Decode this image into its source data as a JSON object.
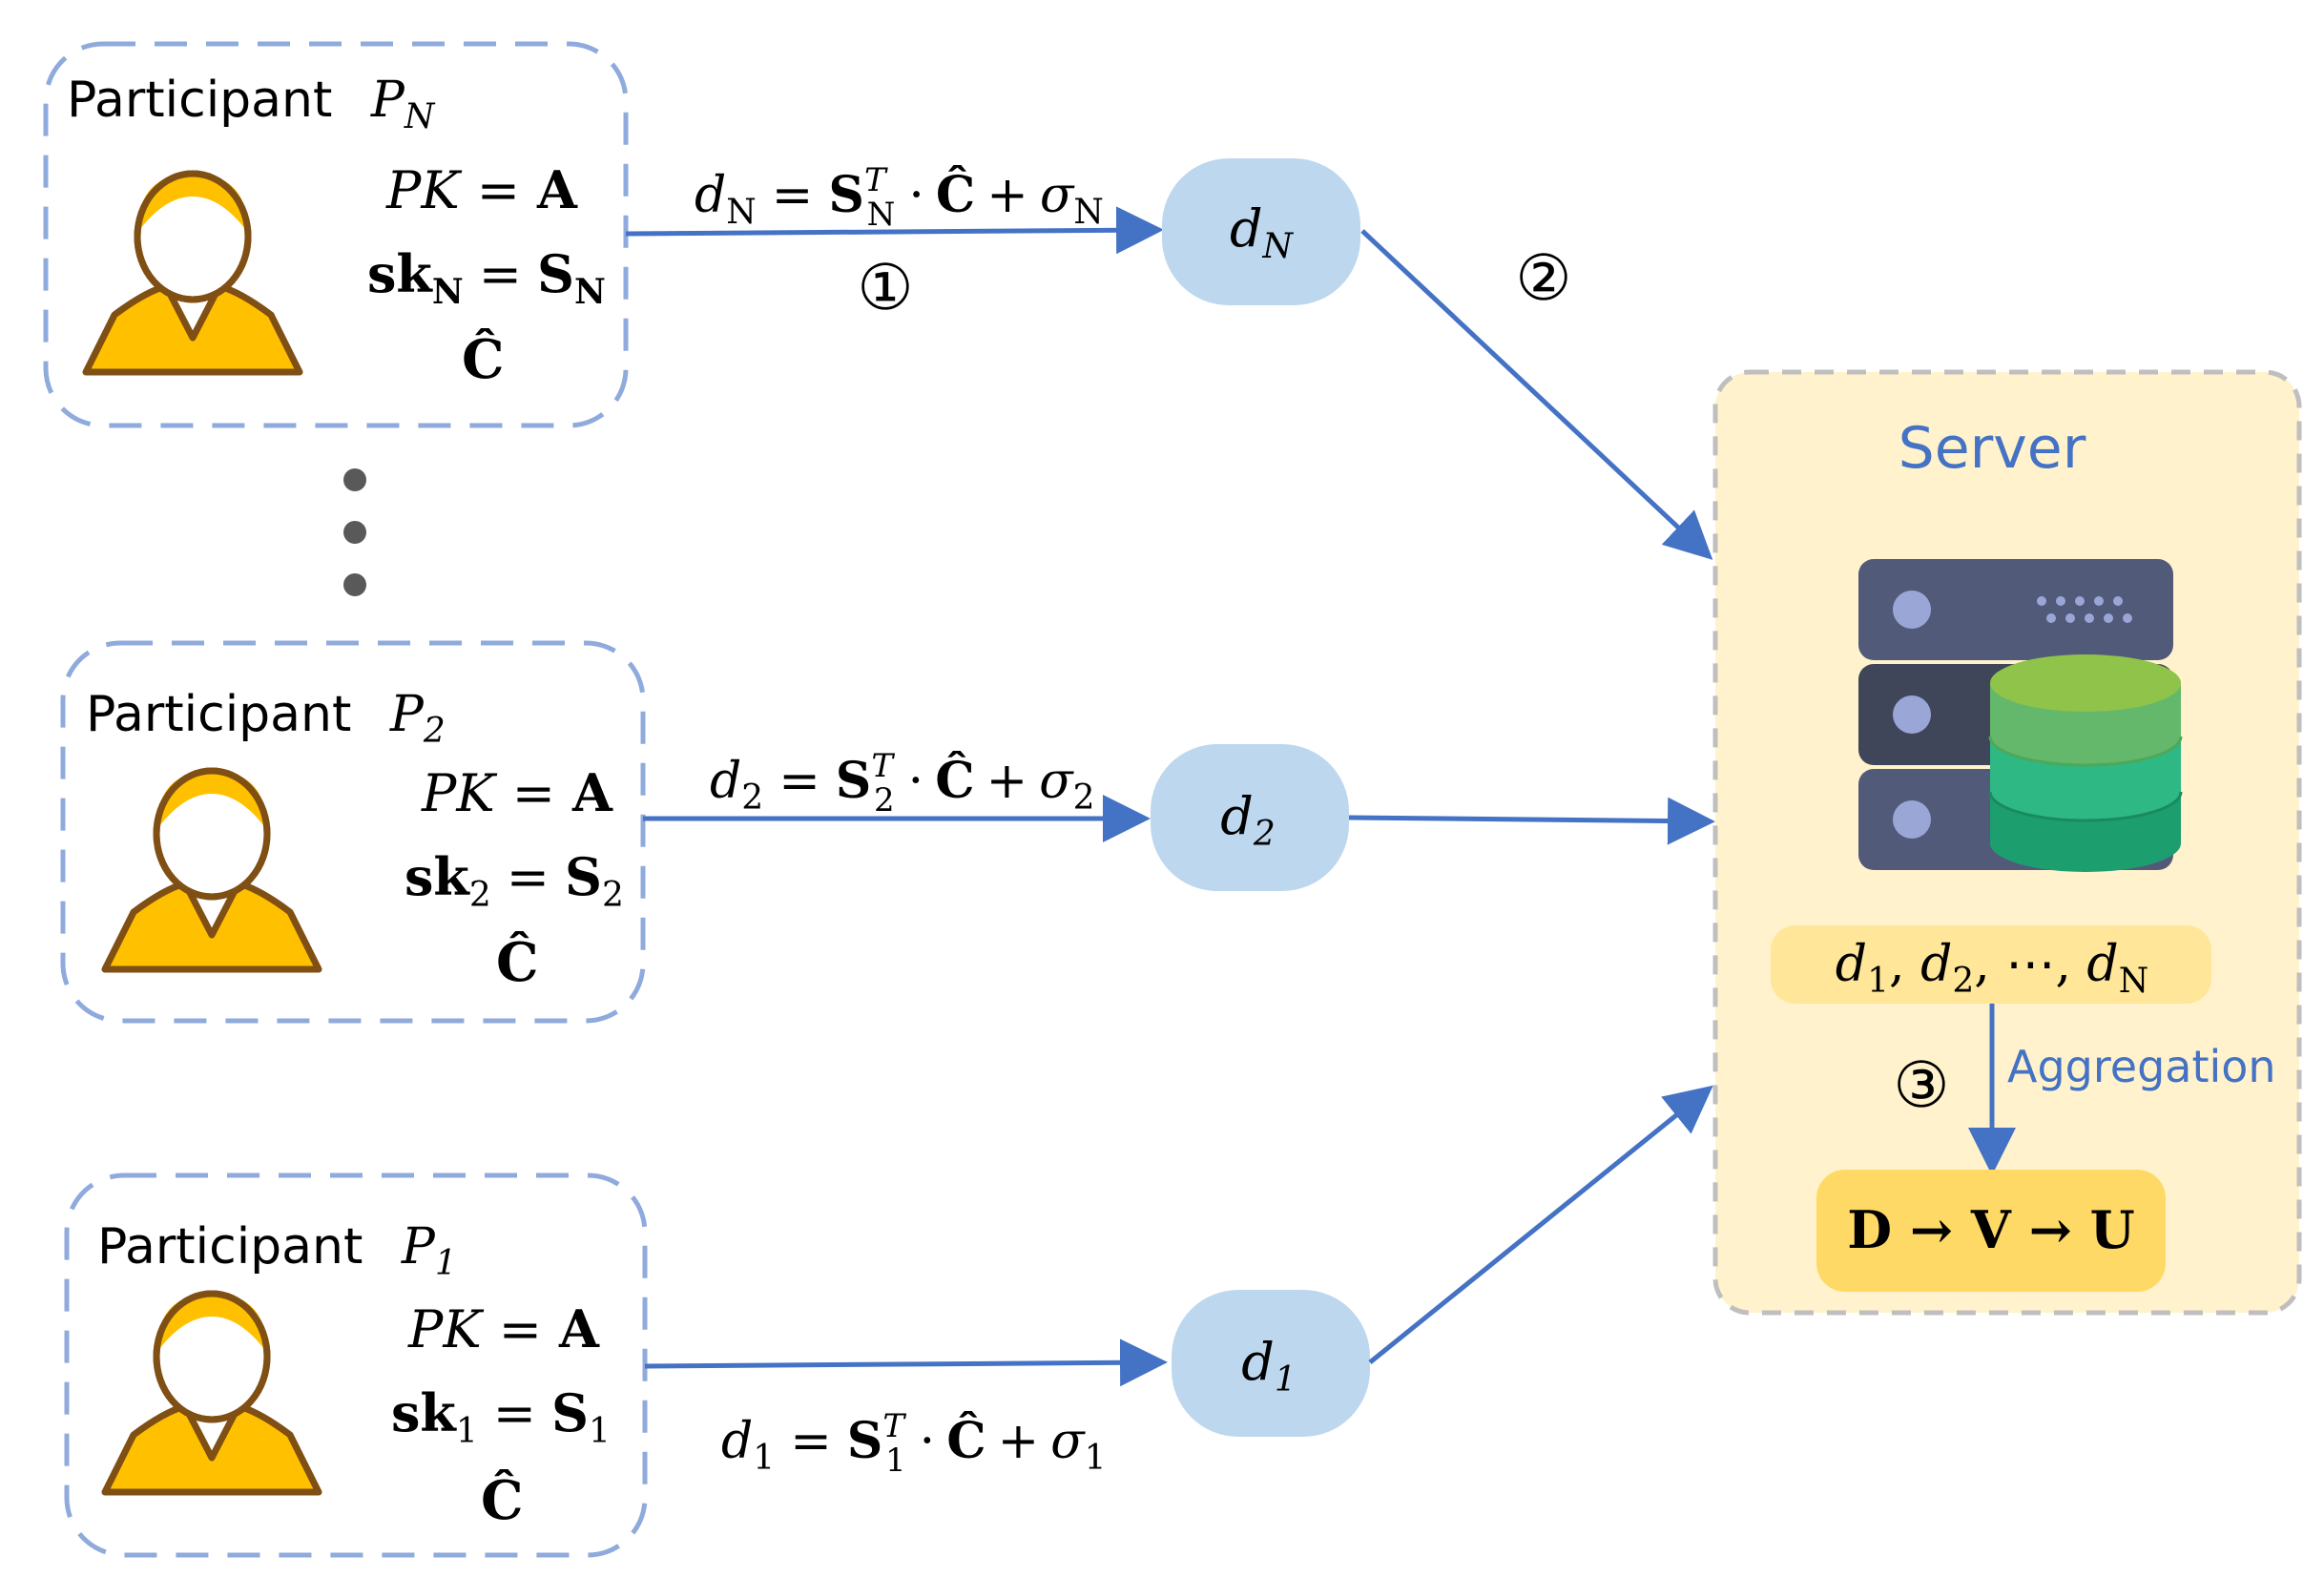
{
  "participants": [
    {
      "label": "Participant",
      "symbol": "P",
      "sub": "N",
      "pk_lhs": "PK",
      "pk_rhs": "A",
      "sk_lhs": "sk",
      "sk_sub": "N",
      "sk_rhs": "S",
      "sk_rhs_sub": "N",
      "chat": "Ĉ",
      "out_lhs": "d",
      "out_sub": "N",
      "eq_S": "S",
      "eq_S_sub": "N",
      "eq_S_sup": "T",
      "eq_C": "Ĉ",
      "eq_sigma": "σ",
      "eq_sigma_sub": "N",
      "node_label": "d",
      "node_sub": "N"
    },
    {
      "label": "Participant",
      "symbol": "P",
      "sub": "2",
      "pk_lhs": "PK",
      "pk_rhs": "A",
      "sk_lhs": "sk",
      "sk_sub": "2",
      "sk_rhs": "S",
      "sk_rhs_sub": "2",
      "chat": "Ĉ",
      "out_lhs": "d",
      "out_sub": "2",
      "eq_S": "S",
      "eq_S_sub": "2",
      "eq_S_sup": "T",
      "eq_C": "Ĉ",
      "eq_sigma": "σ",
      "eq_sigma_sub": "2",
      "node_label": "d",
      "node_sub": "2"
    },
    {
      "label": "Participant",
      "symbol": "P",
      "sub": "1",
      "pk_lhs": "PK",
      "pk_rhs": "A",
      "sk_lhs": "sk",
      "sk_sub": "1",
      "sk_rhs": "S",
      "sk_rhs_sub": "1",
      "chat": "Ĉ",
      "out_lhs": "d",
      "out_sub": "1",
      "eq_S": "S",
      "eq_S_sub": "1",
      "eq_S_sup": "T",
      "eq_C": "Ĉ",
      "eq_sigma": "σ",
      "eq_sigma_sub": "1",
      "node_label": "d",
      "node_sub": "1"
    }
  ],
  "steps": {
    "one": "①",
    "two": "②",
    "three": "③"
  },
  "server": {
    "title": "Server",
    "collected_d": "d",
    "collected_subs": [
      "1",
      "2",
      "N"
    ],
    "collected_sep": ",",
    "collected_dots": "⋯",
    "aggregation_label": "Aggregation",
    "result": "D → V → U"
  },
  "colors": {
    "dash_border": "#8faadc",
    "arrow": "#4472c4",
    "node_fill": "#bdd7ee",
    "server_fill": "#fff2cc",
    "server_border": "#bfbfbf",
    "result_fill": "#ffd966",
    "collected_fill": "#ffe699",
    "server_title": "#4472c4",
    "person_fill": "#ffc000",
    "person_stroke": "#7f4f14",
    "dots": "#595959"
  }
}
